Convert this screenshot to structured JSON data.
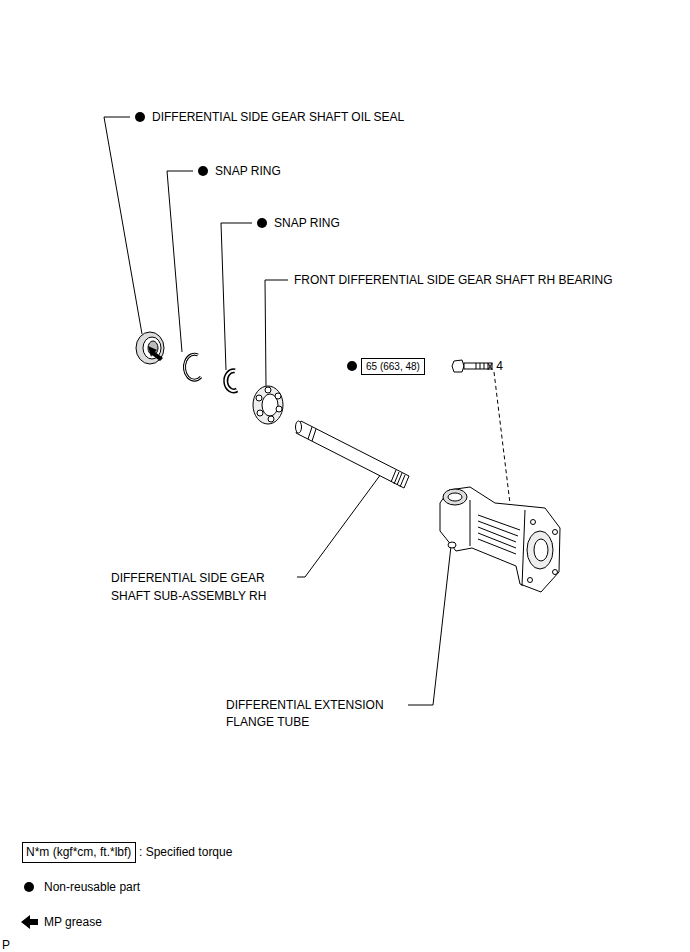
{
  "diagram": {
    "nodes": [
      {
        "text": [
          "65 (663, 48)"
        ]
      },
      {
        "text": [
          "N*m (kgf*cm, ft.*lbf)"
        ]
      }
    ],
    "labels": [
      "DIFFERENTIAL SIDE GEAR SHAFT OIL SEAL",
      "SNAP RING",
      "SNAP RING",
      "FRONT DIFFERENTIAL SIDE GEAR SHAFT RH BEARING",
      "x 4",
      "DIFFERENTIAL SIDE GEAR SHAFT SUB-ASSEMBLY RH",
      "DIFFERENTIAL EXTENSION FLANGE TUBE",
      "P"
    ],
    "legend": [
      {
        "text": ": Specified torque"
      },
      {
        "text": "Non-reusable part"
      },
      {
        "text": "MP grease"
      }
    ]
  }
}
